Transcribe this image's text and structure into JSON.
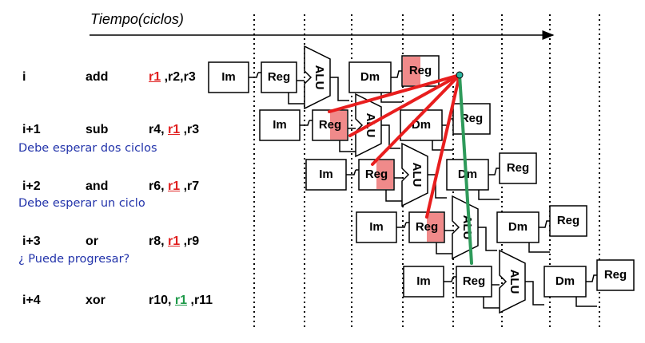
{
  "title": "Tiempo(ciclos)",
  "stages": {
    "im": "Im",
    "reg": "Reg",
    "alu": "ALU",
    "dm": "Dm"
  },
  "instructions": [
    {
      "label": "i",
      "op": "add",
      "pre": "",
      "reg": "r1",
      "post": " ,r2,r3",
      "reg_color": "red"
    },
    {
      "label": "i+1",
      "op": "sub",
      "pre": "r4, ",
      "reg": "r1",
      "post": " ,r3",
      "reg_color": "red"
    },
    {
      "label": "i+2",
      "op": "and",
      "pre": "r6, ",
      "reg": "r1",
      "post": " ,r7",
      "reg_color": "red"
    },
    {
      "label": "i+3",
      "op": "or",
      "pre": "r8, ",
      "reg": "r1",
      "post": " ,r9",
      "reg_color": "red"
    },
    {
      "label": "i+4",
      "op": "xor",
      "pre": "r10, ",
      "reg": "r1",
      "post": " ,r11",
      "reg_color": "green"
    }
  ],
  "notes": [
    "Debe esperar dos ciclos",
    "Debe esperar un ciclo",
    "¿ Puede progresar?"
  ],
  "colors": {
    "hazard_line": "#e81e1e",
    "forward_line": "#2e9a5a",
    "shade": "#f08a8a",
    "note_text": "#2233aa"
  }
}
